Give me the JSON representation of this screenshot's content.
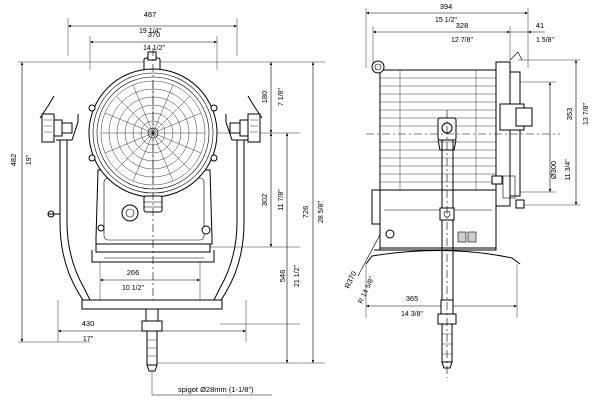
{
  "front_view": {
    "width_overall": {
      "mm": "487",
      "in": "19 1/4\""
    },
    "width_lens": {
      "mm": "370",
      "in": "14 1/2\""
    },
    "height_lens_top": {
      "mm": "180",
      "in": "7 1/8\""
    },
    "height_center": {
      "mm": "302",
      "in": "11 7/8\""
    },
    "height_side": {
      "mm": "482",
      "in": "19\""
    },
    "height_total": {
      "mm": "726",
      "in": "28 5/8\""
    },
    "height_yoke": {
      "mm": "546",
      "in": "21 1/2\""
    },
    "width_base": {
      "mm": "266",
      "in": "10 1/2\""
    },
    "width_yoke": {
      "mm": "430",
      "in": "17\""
    }
  },
  "side_view": {
    "depth_overall": {
      "mm": "394",
      "in": "15 1/2\""
    },
    "depth_body": {
      "mm": "328",
      "in": "12 7/8\""
    },
    "depth_rear": {
      "mm": "41",
      "in": "1 5/8\""
    },
    "height_front": {
      "mm": "353",
      "in": "13 7/8\""
    },
    "diameter_lens": {
      "mm": "Ø300",
      "in": "11 3/4\""
    },
    "radius": {
      "mm": "R370",
      "in": "R 14 5/8\""
    },
    "width_yoke": {
      "mm": "365",
      "in": "14 3/8\""
    }
  },
  "spigot_label": "spigot Ø28mm (1-1/8\")"
}
